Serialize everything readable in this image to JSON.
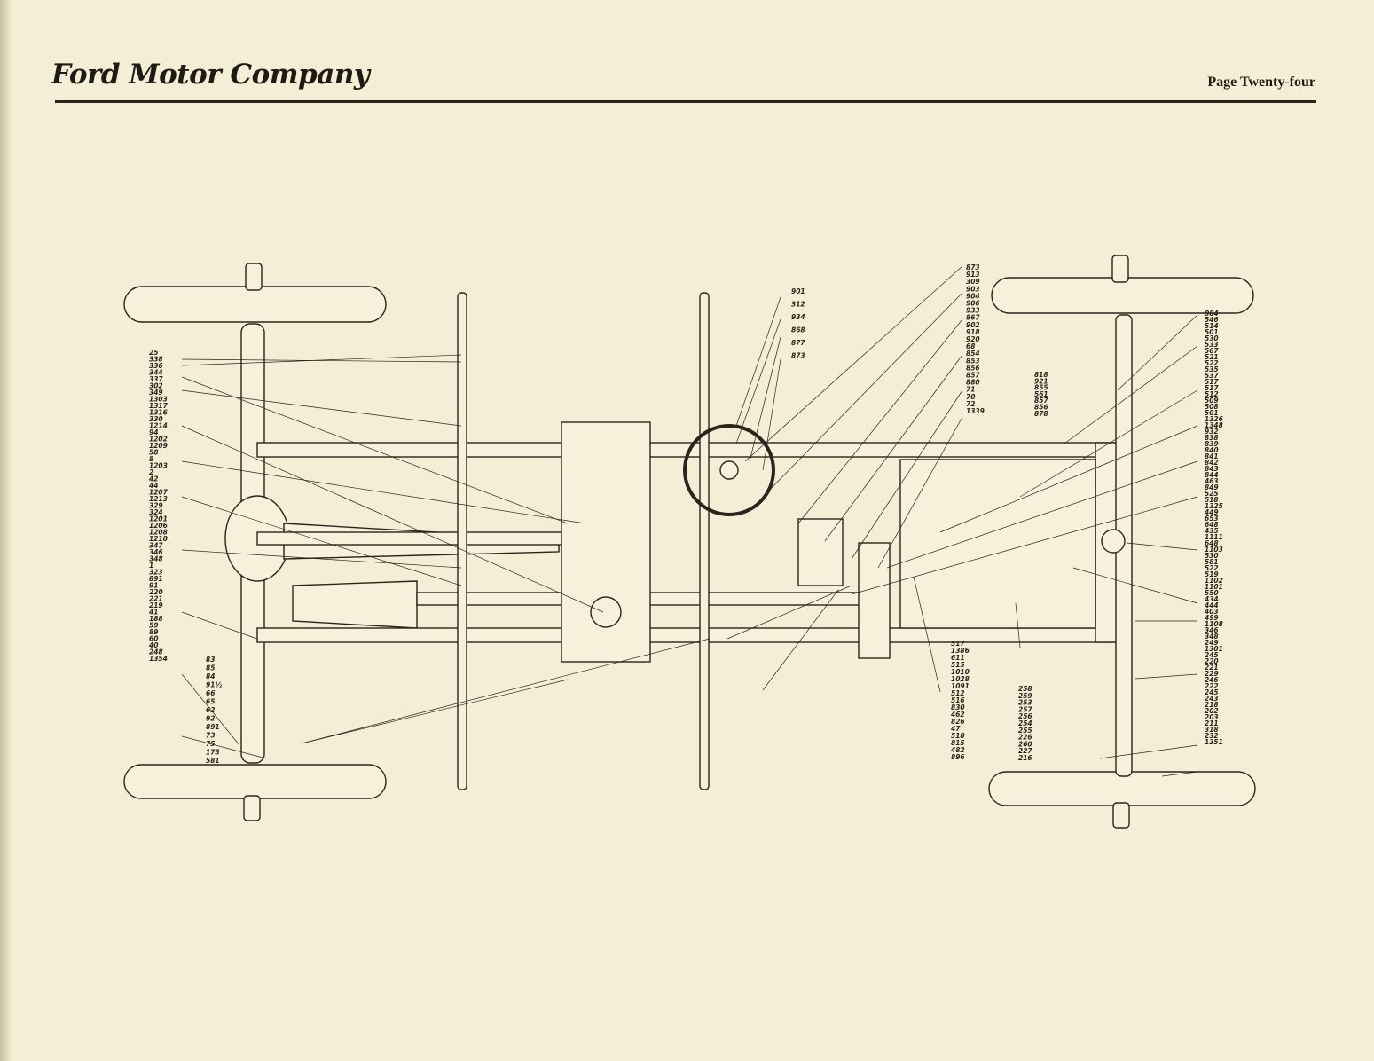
{
  "header": {
    "logo_text": "Ford Motor Company",
    "page_label": "Page Twenty-four"
  },
  "colors": {
    "paper": "#f5eed6",
    "ink": "#2a241c",
    "fill": "#f7f1dc"
  },
  "callouts": {
    "rear_axle_left": [
      "25",
      "338",
      "336",
      "344",
      "337",
      "302",
      "349",
      "1303",
      "1317",
      "1316",
      "330",
      "1214",
      "94",
      "1202",
      "1209",
      "58",
      "8",
      "1203",
      "2",
      "42",
      "44",
      "1207",
      "1213",
      "329",
      "324",
      "1201",
      "1206",
      "1208",
      "1210",
      "347",
      "346",
      "348",
      "1",
      "323",
      "891",
      "91",
      "220",
      "221",
      "219",
      "41",
      "188",
      "59",
      "89",
      "60",
      "40",
      "248",
      "1354"
    ],
    "rear_axle_right": [
      "83",
      "85",
      "84",
      "91½",
      "66",
      "65",
      "62",
      "92",
      "891",
      "73",
      "75",
      "175",
      "581"
    ],
    "steering": [
      "901",
      "312",
      "934",
      "868",
      "877",
      "873"
    ],
    "top_fan": [
      "873",
      "913",
      "309",
      "903",
      "904",
      "906",
      "933",
      "867",
      "902",
      "918",
      "920",
      "68",
      "854",
      "853",
      "856",
      "857",
      "880",
      "71",
      "70",
      "72",
      "1339"
    ],
    "center": [
      "818",
      "921",
      "855",
      "561",
      "857",
      "856",
      "878"
    ],
    "front_right": [
      "804",
      "546",
      "514",
      "501",
      "530",
      "533",
      "567",
      "521",
      "522",
      "535",
      "537",
      "517",
      "517",
      "512",
      "509",
      "508",
      "501",
      "1326",
      "1348",
      "932",
      "838",
      "839",
      "840",
      "841",
      "842",
      "843",
      "844",
      "463",
      "849",
      "525",
      "518",
      "1325",
      "449",
      "653",
      "648",
      "435",
      "1111",
      "648",
      "1103",
      "530",
      "581",
      "522",
      "519",
      "1102",
      "1101",
      "550",
      "434",
      "444",
      "403",
      "499",
      "1108",
      "346",
      "348",
      "249",
      "1301",
      "245",
      "220",
      "221",
      "229",
      "246",
      "222",
      "245",
      "243",
      "218",
      "202",
      "203",
      "211",
      "318",
      "232",
      "1351"
    ],
    "engine_bottom": [
      "517",
      "1386",
      "611",
      "515",
      "1010",
      "1028",
      "1091",
      "512",
      "516",
      "830",
      "462",
      "826",
      "47",
      "518",
      "815",
      "482",
      "896"
    ],
    "front_axle_bottom": [
      "258",
      "259",
      "253",
      "257",
      "256",
      "254",
      "255",
      "226",
      "260",
      "227",
      "216"
    ]
  }
}
